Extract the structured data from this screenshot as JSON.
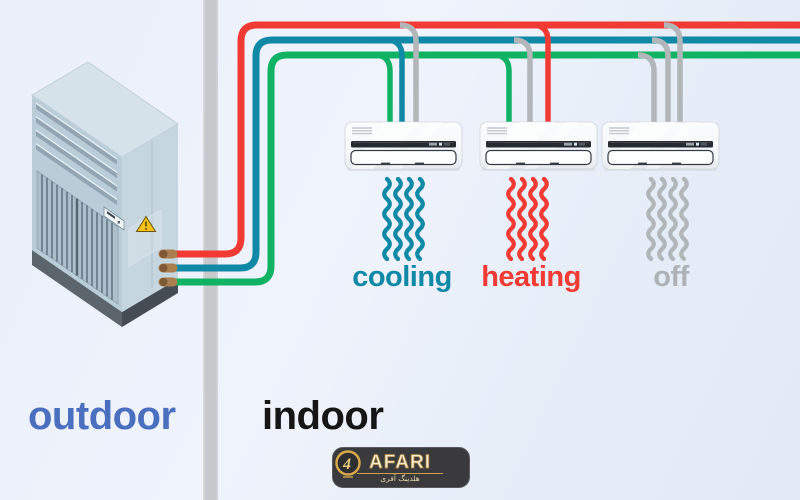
{
  "sections": {
    "outdoor": "outdoor",
    "indoor": "indoor"
  },
  "units": [
    {
      "name": "indoor-unit-1",
      "mode_label": "cooling"
    },
    {
      "name": "indoor-unit-2",
      "mode_label": "heating"
    },
    {
      "name": "indoor-unit-3",
      "mode_label": "off"
    }
  ],
  "colors": {
    "cooling": "#1089a6",
    "heating": "#f13a34",
    "liquid_line": "#10b364",
    "off": "#b2b6b9",
    "outdoor_label": "#4a6fbe",
    "indoor_label": "#161616",
    "wall": "#c6c9cc"
  },
  "logo": {
    "brand": "AFARI",
    "subtitle": "هلدینگ آفری",
    "emblem_digit": "4"
  }
}
